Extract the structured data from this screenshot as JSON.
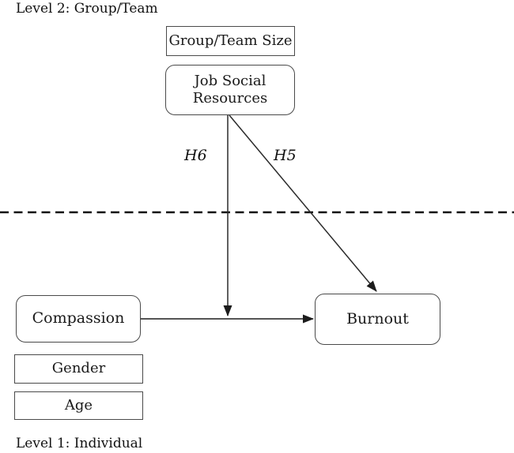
{
  "figure": {
    "level2_label": "Level 2: Group/Team",
    "level1_label": "Level 1: Individual",
    "nodes": {
      "group_team_size": {
        "label": "Group/Team Size"
      },
      "job_social_resources": {
        "label": "Job Social Resources"
      },
      "compassion": {
        "label": "Compassion"
      },
      "burnout": {
        "label": "Burnout"
      },
      "gender": {
        "label": "Gender"
      },
      "age": {
        "label": "Age"
      }
    },
    "edge_labels": {
      "h6": "H6",
      "h5": "H5"
    },
    "colors": {
      "line": "#1c1c1c",
      "box_border": "#4a4a4a",
      "text": "#1a1a1a",
      "background": "#ffffff"
    }
  }
}
